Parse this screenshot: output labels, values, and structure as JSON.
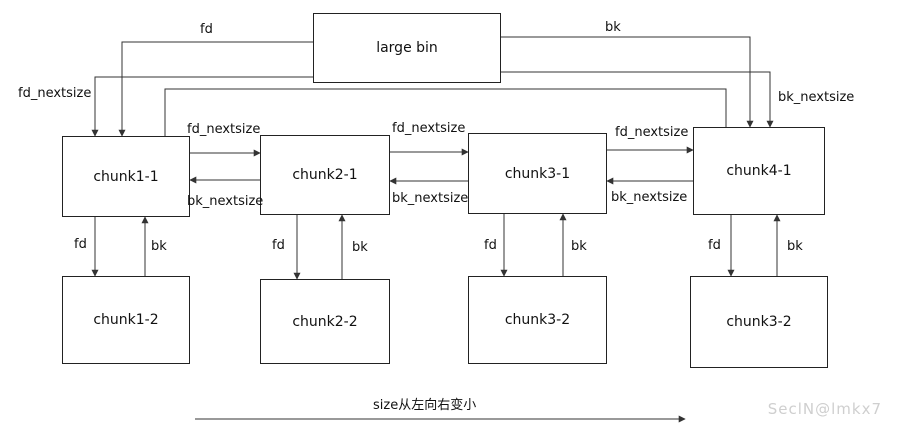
{
  "nodes": {
    "large_bin": "large bin",
    "chunk1_1": "chunk1-1",
    "chunk2_1": "chunk2-1",
    "chunk3_1": "chunk3-1",
    "chunk4_1": "chunk4-1",
    "chunk1_2": "chunk1-2",
    "chunk2_2": "chunk2-2",
    "chunk3_2": "chunk3-2",
    "chunk4_2": "chunk3-2"
  },
  "labels": {
    "fd": "fd",
    "bk": "bk",
    "fd_nextsize": "fd_nextsize",
    "bk_nextsize": "bk_nextsize"
  },
  "footer": {
    "size_note": "size从左向右变小"
  },
  "watermark": "SeclN@lmkx7"
}
